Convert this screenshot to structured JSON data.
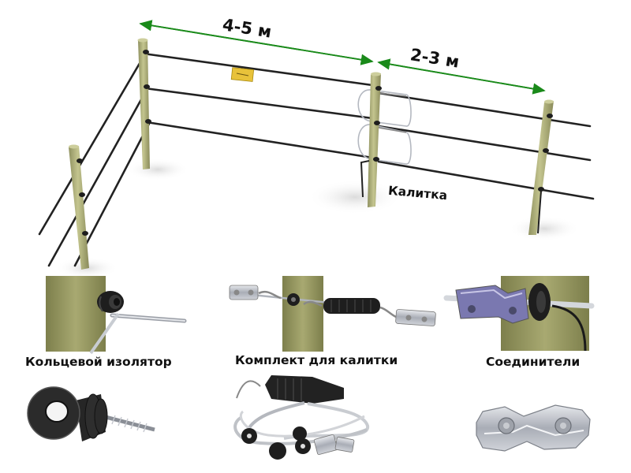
{
  "dimensions": {
    "post_spacing": "4-5 м",
    "gate_width": "2-3 м",
    "line_color": "#1a8a1a"
  },
  "labels": {
    "gate": "Калитка"
  },
  "components": [
    {
      "caption": "Кольцевой изолятор",
      "icon": "ring-insulator-icon"
    },
    {
      "caption": "Комплект для калитки",
      "icon": "gate-handle-kit-icon"
    },
    {
      "caption": "Соединители",
      "icon": "wire-connector-icon"
    }
  ],
  "colors": {
    "post": "#a9aa74",
    "wire": "#222222",
    "insulator": "#1e1e1e",
    "metal": "#b8bcc4"
  }
}
